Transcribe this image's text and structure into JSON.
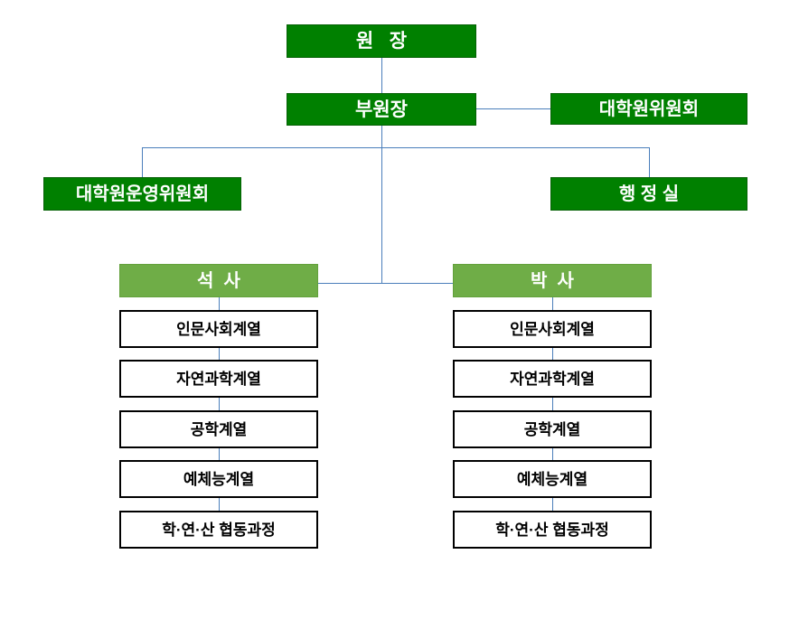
{
  "diagram": {
    "title": "graduate-school-organization-chart",
    "nodes": {
      "director": {
        "label": "원   장"
      },
      "vice_director": {
        "label": "부원장"
      },
      "grad_committee": {
        "label": "대학원위원회"
      },
      "operating_committee": {
        "label": "대학원운영위원회"
      },
      "admin_office": {
        "label": "행 정 실"
      }
    },
    "columns": [
      {
        "head": "석  사",
        "items": [
          "인문사회계열",
          "자연과학계열",
          "공학계열",
          "예체능계열",
          "학·연·산 협동과정"
        ]
      },
      {
        "head": "박  사",
        "items": [
          "인문사회계열",
          "자연과학계열",
          "공학계열",
          "예체능계열",
          "학·연·산 협동과정"
        ]
      }
    ],
    "colors": {
      "dark_green": "#008000",
      "dark_green_border": "#056105",
      "light_green": "#6FAD47",
      "light_green_border": "#63A03C",
      "line_blue": "#4A7EBB",
      "plain_box_border": "#000000",
      "text_on_green": "#FFFFFF",
      "text_on_white": "#000000"
    }
  }
}
